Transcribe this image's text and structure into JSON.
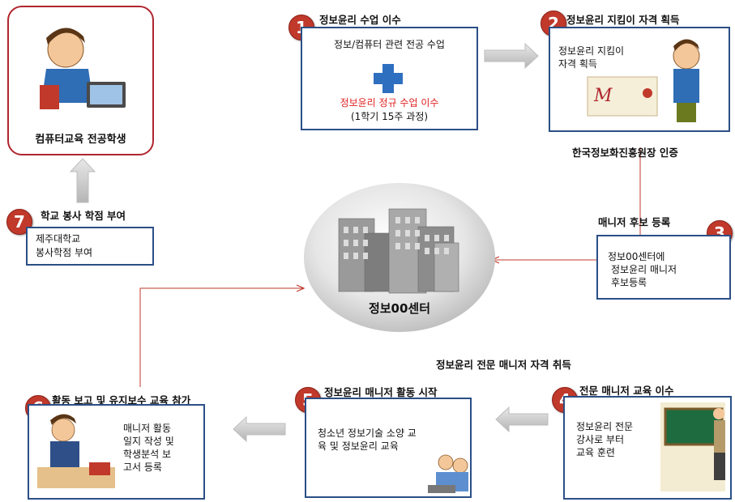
{
  "student": {
    "label": "컴퓨터교육 전공학생"
  },
  "steps": {
    "s1": {
      "num": "1",
      "title": "정보윤리 수업 이수",
      "line1": "정보/컴퓨터 관련 전공 수업",
      "line2": "정보윤리 정규 수업 이수",
      "line3": "(1학기 15주 과정)"
    },
    "s2": {
      "num": "2",
      "title": "정보윤리 지킴이 자격 획득",
      "body1": "정보윤리 지킴이",
      "body2": "자격 획득",
      "caption": "한국정보화진흥원장 인증"
    },
    "s3": {
      "num": "3",
      "title": "매니저 후보 등록",
      "line1": "정보00센터에",
      "line2": "정보윤리 매니저",
      "line3": "후보등록"
    },
    "s4": {
      "num": "4",
      "title": "전문 매니저 교육 이수",
      "caption": "정보윤리 전문 매니저 자격 취득",
      "line1": "정보윤리 전문",
      "line2": "강사로 부터",
      "line3": "교육 훈련"
    },
    "s5": {
      "num": "5",
      "title": "정보윤리 매니저 활동 시작",
      "line1": "청소년 정보기술 소양 교",
      "line2": "육 및 정보윤리 교육"
    },
    "s6": {
      "num": "6",
      "title": "활동 보고 및 유지보수 교육 참가",
      "line1": "매니저 활동",
      "line2": "일지 작성 및",
      "line3": "학생분석 보",
      "line4": "고서 등록"
    },
    "s7": {
      "num": "7",
      "title": "학교 봉사 학점 부여",
      "line1": "제주대학교",
      "line2": "봉사학점 부여"
    }
  },
  "center": {
    "label": "정보00센터"
  },
  "colors": {
    "box_border": "#2b4f86",
    "badge": "#c0392b",
    "red_text": "#e02020",
    "link_line": "#c0392b"
  }
}
